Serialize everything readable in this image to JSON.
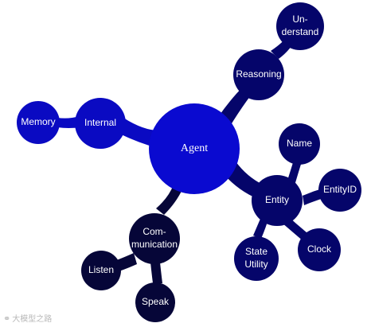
{
  "colors": {
    "agent": "#0a0ad0",
    "blue": "#0a0ac2",
    "navy": "#05056a",
    "dark": "#060638"
  },
  "nodes": {
    "agent": "Agent",
    "reasoning": "Reasoning",
    "understand": [
      "Un-",
      "derstand"
    ],
    "internal": "Internal",
    "memory": "Memory",
    "entity": "Entity",
    "name": "Name",
    "entityid": "EntityID",
    "clock": "Clock",
    "state_utility": [
      "State",
      "Utility"
    ],
    "communication": [
      "Com-",
      "munication"
    ],
    "listen": "Listen",
    "speak": "Speak"
  },
  "watermark": {
    "icon": "wechat-icon",
    "text": "大模型之路"
  }
}
